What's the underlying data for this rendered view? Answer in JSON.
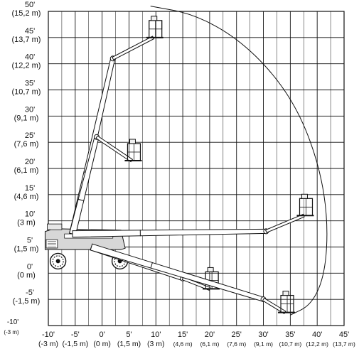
{
  "chart_data": {
    "type": "diagram",
    "title": "",
    "xlabel": "",
    "ylabel": "",
    "grid": true,
    "xlim": [
      -10,
      45
    ],
    "ylim": [
      -10,
      50
    ],
    "y_ticks": [
      {
        "value": 50,
        "ft": "50'",
        "m": "(15,2 m)"
      },
      {
        "value": 45,
        "ft": "45'",
        "m": "(13,7 m)"
      },
      {
        "value": 40,
        "ft": "40'",
        "m": "(12,2 m)"
      },
      {
        "value": 35,
        "ft": "35'",
        "m": "(10,7 m)"
      },
      {
        "value": 30,
        "ft": "30'",
        "m": "(9,1 m)"
      },
      {
        "value": 25,
        "ft": "25'",
        "m": "(7,6 m)"
      },
      {
        "value": 20,
        "ft": "20'",
        "m": "(6,1 m)"
      },
      {
        "value": 15,
        "ft": "15'",
        "m": "(4,6 m)"
      },
      {
        "value": 10,
        "ft": "10'",
        "m": "(3 m)"
      },
      {
        "value": 5,
        "ft": "5'",
        "m": "(1,5 m)"
      },
      {
        "value": 0,
        "ft": "0'",
        "m": "(0 m)"
      },
      {
        "value": -5,
        "ft": "-5'",
        "m": "(-1,5 m)"
      },
      {
        "value": -10,
        "ft": "-10'",
        "m": "(-3 m)"
      }
    ],
    "x_ticks": [
      {
        "value": -10,
        "ft": "-10'",
        "m": "(-3 m)"
      },
      {
        "value": -5,
        "ft": "-5'",
        "m": "(-1,5 m)"
      },
      {
        "value": 0,
        "ft": "0'",
        "m": "(0 m)"
      },
      {
        "value": 5,
        "ft": "5'",
        "m": "(1,5 m)"
      },
      {
        "value": 10,
        "ft": "10'",
        "m": "(3 m)"
      },
      {
        "value": 15,
        "ft": "15'",
        "m": "(4,6 m)"
      },
      {
        "value": 20,
        "ft": "20'",
        "m": "(6,1 m)"
      },
      {
        "value": 25,
        "ft": "25'",
        "m": "(7,6 m)"
      },
      {
        "value": 30,
        "ft": "30'",
        "m": "(9,1 m)"
      },
      {
        "value": 35,
        "ft": "35'",
        "m": "(10,7 m)"
      },
      {
        "value": 40,
        "ft": "40'",
        "m": "(12,2 m)"
      },
      {
        "value": 45,
        "ft": "45'",
        "m": "(13,7 m)"
      }
    ],
    "envelope": [
      [
        9,
        51
      ],
      [
        17,
        49.5
      ],
      [
        25,
        45
      ],
      [
        32,
        38
      ],
      [
        37,
        30
      ],
      [
        40.5,
        20
      ],
      [
        42,
        10
      ],
      [
        41.5,
        0
      ],
      [
        39,
        -6
      ],
      [
        35,
        -8
      ]
    ],
    "boom_positions": [
      {
        "pivot": [
          -5.5,
          7.5
        ],
        "tip": [
          2,
          41
        ],
        "basket": [
          9.5,
          45
        ]
      },
      {
        "pivot": [
          -5.5,
          7.5
        ],
        "tip": [
          -1,
          26
        ],
        "basket": [
          5.5,
          21.5
        ]
      },
      {
        "pivot": [
          -5.5,
          7.5
        ],
        "tip": [
          30.5,
          8
        ],
        "basket": [
          37.5,
          11
        ]
      },
      {
        "pivot": [
          -2,
          5
        ],
        "tip": [
          15,
          -1
        ],
        "basket": [
          20,
          -3
        ]
      },
      {
        "pivot": [
          -2,
          5
        ],
        "tip": [
          30,
          -5
        ],
        "basket": [
          34,
          -7.5
        ]
      }
    ]
  }
}
